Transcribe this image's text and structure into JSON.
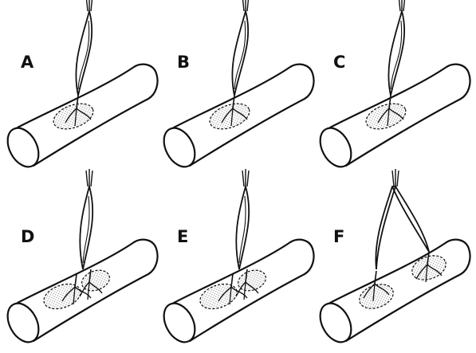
{
  "panels": [
    {
      "id": "A",
      "label": "A",
      "pattern": "single"
    },
    {
      "id": "B",
      "label": "B",
      "pattern": "single"
    },
    {
      "id": "C",
      "label": "C",
      "pattern": "single"
    },
    {
      "id": "D",
      "label": "D",
      "pattern": "double"
    },
    {
      "id": "E",
      "label": "E",
      "pattern": "double"
    },
    {
      "id": "F",
      "label": "F",
      "pattern": "split"
    }
  ],
  "colors": {
    "line": "#111111",
    "stipple": "#9a9a9a",
    "background": "#ffffff"
  }
}
